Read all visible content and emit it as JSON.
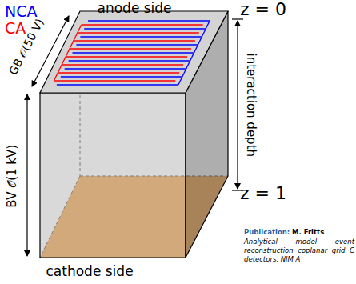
{
  "diagram": {
    "labels": [
      "NCA",
      "CA",
      "anode side",
      "z = 0",
      "GB 𝒪(50 V)",
      "interaction depth",
      "BV 𝒪(1 kV)",
      "z = 1",
      "cathode side",
      "Publication:",
      "M. Fritts",
      "Analytical model event reconstruction coplanar grid C detectors, NIM A"
    ]
  }
}
